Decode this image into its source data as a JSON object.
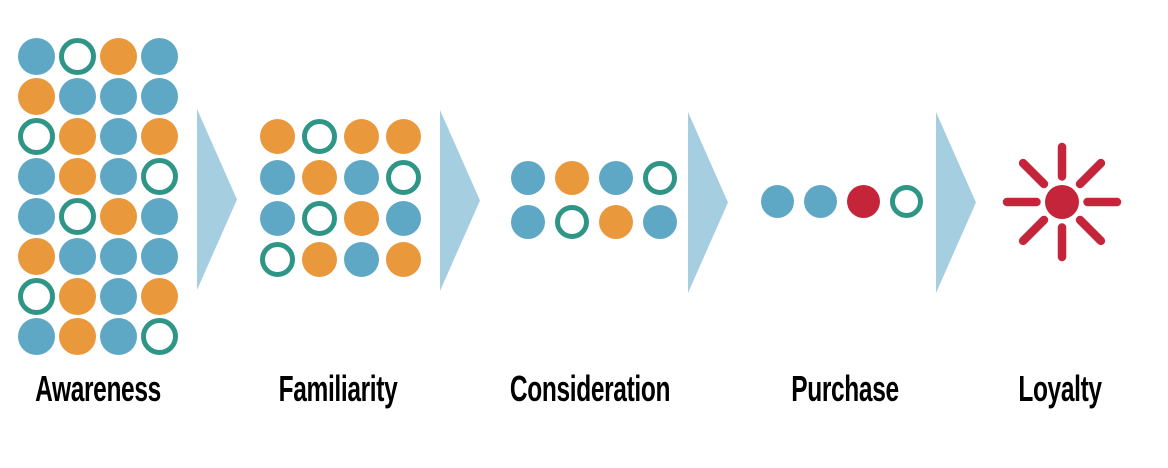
{
  "diagram": {
    "type": "marketing-funnel",
    "stages": [
      {
        "label": "Awareness",
        "grid": [
          [
            "blue",
            "ring",
            "orange",
            "blue"
          ],
          [
            "orange",
            "blue",
            "blue",
            "blue"
          ],
          [
            "ring",
            "orange",
            "blue",
            "orange"
          ],
          [
            "blue",
            "orange",
            "blue",
            "ring"
          ],
          [
            "blue",
            "ring",
            "orange",
            "blue"
          ],
          [
            "orange",
            "blue",
            "blue",
            "blue"
          ],
          [
            "ring",
            "orange",
            "blue",
            "orange"
          ],
          [
            "blue",
            "orange",
            "blue",
            "ring"
          ]
        ]
      },
      {
        "label": "Familiarity",
        "grid": [
          [
            "orange",
            "ring",
            "orange",
            "orange"
          ],
          [
            "blue",
            "orange",
            "blue",
            "ring"
          ],
          [
            "blue",
            "ring",
            "orange",
            "blue"
          ],
          [
            "ring",
            "orange",
            "blue",
            "orange"
          ]
        ]
      },
      {
        "label": "Consideration",
        "grid": [
          [
            "blue",
            "orange",
            "blue",
            "ring"
          ],
          [
            "blue",
            "ring",
            "orange",
            "blue"
          ]
        ]
      },
      {
        "label": "Purchase",
        "grid": [
          [
            "blue",
            "blue",
            "red",
            "ring"
          ]
        ]
      },
      {
        "label": "Loyalty",
        "icon": "burst-icon"
      }
    ]
  },
  "palette": {
    "blue": "#5FA8C5",
    "orange": "#E9983C",
    "ring": "#2F9687",
    "red": "#C5253B",
    "arrow": "#A5CFE1",
    "label": "#000000",
    "background": "#FFFFFF"
  }
}
